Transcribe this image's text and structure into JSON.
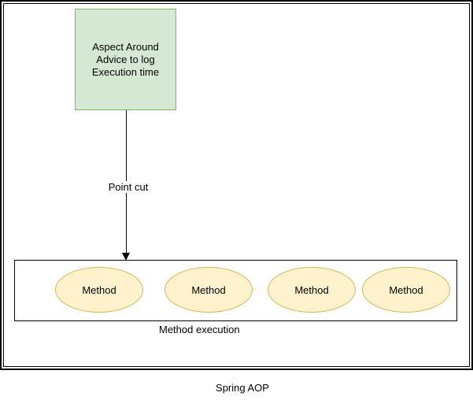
{
  "diagram": {
    "title": "Spring AOP",
    "aspect_node": {
      "line1": "Aspect Around",
      "line2": "Advice to log",
      "line3": "Execution time"
    },
    "pointcut_label": "Point cut",
    "method_container": {
      "caption": "Method execution",
      "methods": [
        "Method",
        "Method",
        "Method",
        "Method"
      ]
    },
    "colors": {
      "aspect_fill": "#d5e8d4",
      "aspect_border": "#82b366",
      "method_fill": "#fff2cc",
      "method_border": "#d6b656",
      "frame_border": "#000000",
      "background": "#ffffff"
    }
  }
}
